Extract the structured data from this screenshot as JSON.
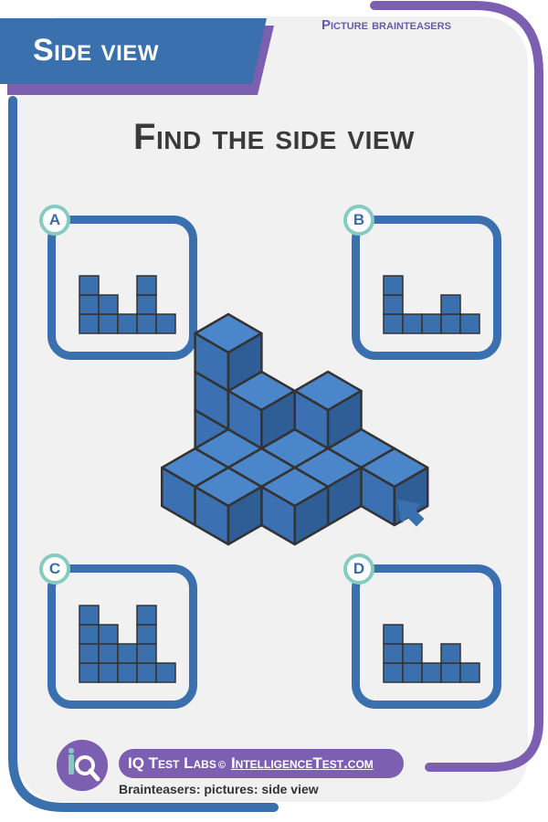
{
  "header": {
    "title": "Side view",
    "category": "Picture brainteasers"
  },
  "main": {
    "title": "Find the side view"
  },
  "options": [
    {
      "label": "A",
      "heights": [
        3,
        2,
        1,
        3,
        1
      ]
    },
    {
      "label": "B",
      "heights": [
        3,
        1,
        1,
        2,
        1
      ]
    },
    {
      "label": "C",
      "heights": [
        4,
        3,
        2,
        4,
        1
      ]
    },
    {
      "label": "D",
      "heights": [
        3,
        2,
        1,
        2,
        1
      ]
    }
  ],
  "footer": {
    "brand": "IQ Test Labs",
    "copyright": "©",
    "site": "IntelligenceTest.com",
    "subtitle": "Brainteasers: pictures: side view"
  },
  "colors": {
    "blue": "#3a70ad",
    "purple": "#7d5fb2",
    "teal": "#86cbc0",
    "cube_top": "#4a86c9",
    "cube_left": "#3b71b2",
    "cube_right": "#2f5e97",
    "outline": "#333333"
  },
  "icons": {
    "arrow": "arrow-up-left-icon",
    "logo": "iq-magnifier-icon"
  }
}
